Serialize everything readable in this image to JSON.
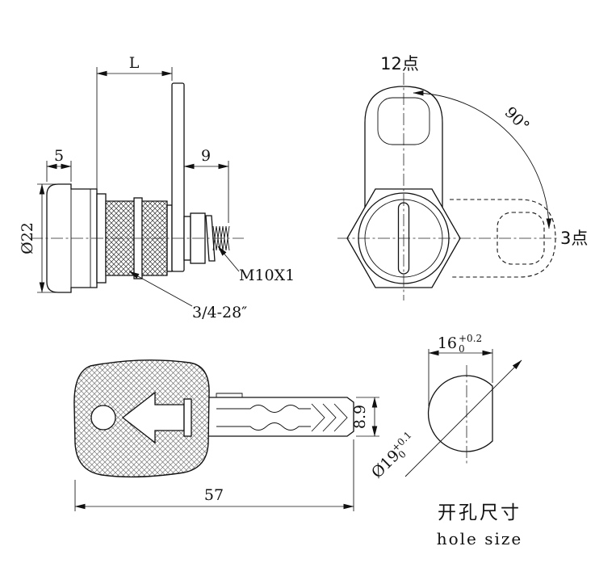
{
  "colors": {
    "line": "#111111",
    "background": "#ffffff"
  },
  "side": {
    "dim_L": "L",
    "dim_head": "5",
    "dim_stud": "9",
    "dim_cap_dia": "Ø22",
    "stud_thread": "M10X1",
    "body_thread": "3/4-28″"
  },
  "front": {
    "pos_top": "12点",
    "rotation": "90°",
    "pos_right": "3点"
  },
  "key": {
    "blade_width": "8.9",
    "length": "57"
  },
  "hole": {
    "flat_width": "16",
    "flat_tol_plus": "+0.2",
    "flat_tol_minus": "0",
    "diameter": "Ø19",
    "dia_tol_plus": "+0.1",
    "dia_tol_minus": "0",
    "caption_cn": "开孔尺寸",
    "caption_en": "hole size"
  }
}
